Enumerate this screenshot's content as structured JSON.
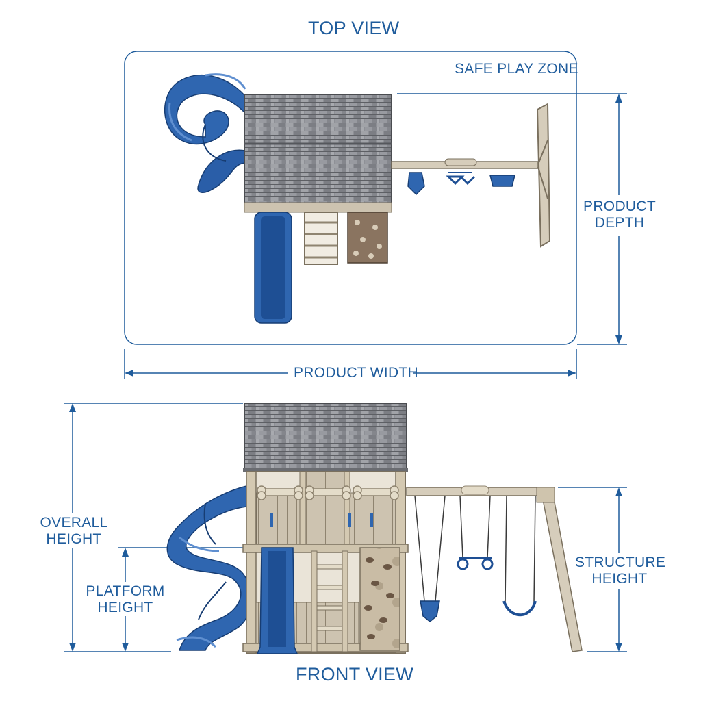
{
  "top_view": {
    "title": "TOP VIEW",
    "zone_label": "SAFE PLAY ZONE",
    "depth_label_1": "PRODUCT",
    "depth_label_2": "DEPTH",
    "width_label": "PRODUCT WIDTH"
  },
  "front_view": {
    "title": "FRONT VIEW",
    "overall_label_1": "OVERALL",
    "overall_label_2": "HEIGHT",
    "platform_label_1": "PLATFORM",
    "platform_label_2": "HEIGHT",
    "structure_label_1": "STRUCTURE",
    "structure_label_2": "HEIGHT"
  },
  "colors": {
    "annotation": "#1f5c9c",
    "slide_blue": "#2f66b0",
    "roof_gray": "#8e9096",
    "wood_tan": "#cdc3b0",
    "rock_brown": "#8a7460"
  }
}
